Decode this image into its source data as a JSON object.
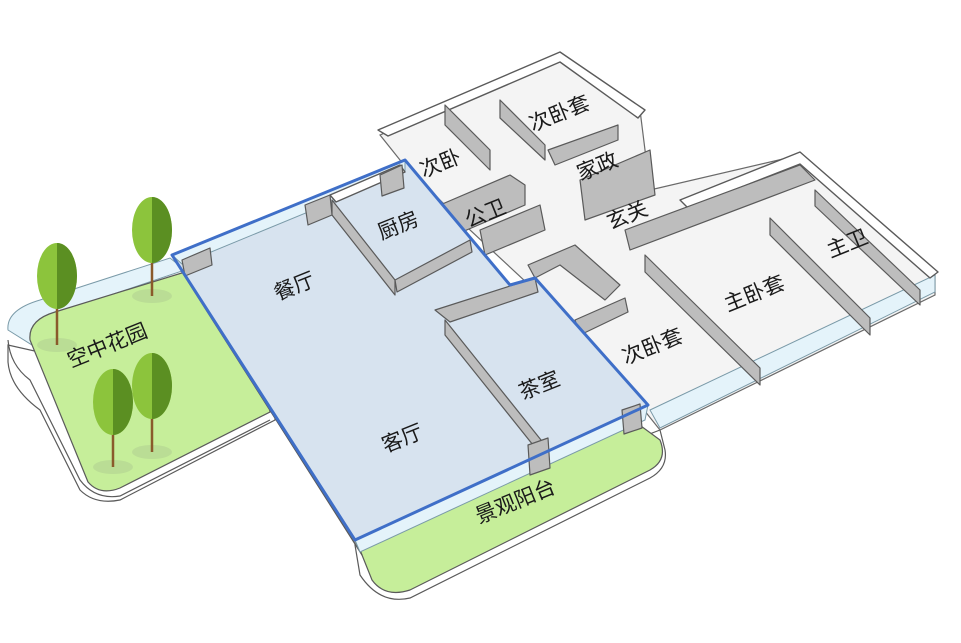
{
  "labels": {
    "garden": "空中花园",
    "dining": "餐厅",
    "kitchen": "厨房",
    "living": "客厅",
    "tea": "茶室",
    "balcony": "景观阳台",
    "second_bed": "次卧",
    "second_suite_top": "次卧套",
    "public_bath": "公卫",
    "housekeeping": "家政",
    "foyer": "玄关",
    "master_suite": "主卧套",
    "master_bath": "主卫",
    "second_suite_bottom": "次卧套"
  },
  "colors": {
    "highlight_fill": "#d7e3ef",
    "highlight_stroke": "#3f6fc8",
    "green": "#c6ee9a",
    "tree_light": "#8cc43c",
    "tree_dark": "#5b8f22",
    "trunk": "#8a5a2b",
    "floor": "#f4f4f4"
  }
}
